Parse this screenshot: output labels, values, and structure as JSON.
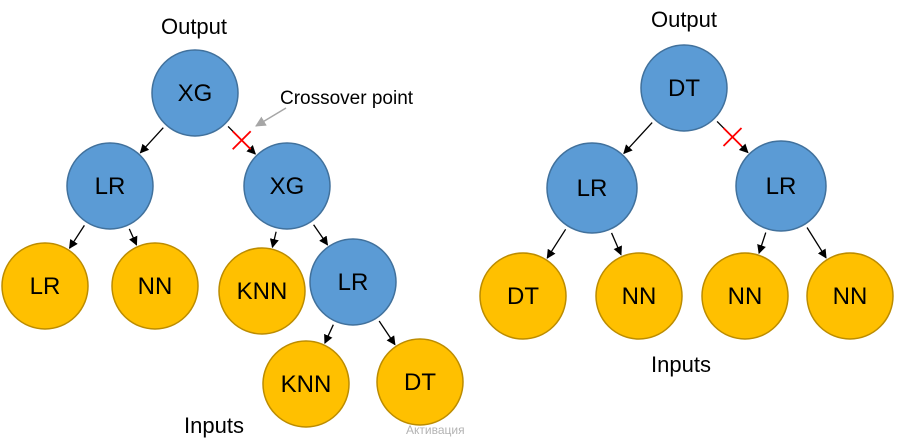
{
  "colors": {
    "model_node": "#5b9bd5",
    "model_stroke": "#41719c",
    "input_node": "#ffc000",
    "input_stroke": "#bc8c00",
    "edge": "#000000",
    "crossover_mark": "#ff0000",
    "annotation_arrow": "#a6a6a6"
  },
  "left_tree": {
    "output_label": "Output",
    "inputs_label": "Inputs",
    "crossover_label": "Crossover point",
    "nodes": [
      {
        "id": "L0",
        "label": "XG",
        "kind": "model"
      },
      {
        "id": "L1",
        "label": "LR",
        "kind": "model"
      },
      {
        "id": "L2",
        "label": "XG",
        "kind": "model"
      },
      {
        "id": "L3",
        "label": "LR",
        "kind": "input"
      },
      {
        "id": "L4",
        "label": "NN",
        "kind": "input"
      },
      {
        "id": "L5",
        "label": "KNN",
        "kind": "input"
      },
      {
        "id": "L6",
        "label": "LR",
        "kind": "model"
      },
      {
        "id": "L7",
        "label": "KNN",
        "kind": "input"
      },
      {
        "id": "L8",
        "label": "DT",
        "kind": "input"
      }
    ],
    "edges": [
      [
        "L0",
        "L1"
      ],
      [
        "L0",
        "L2"
      ],
      [
        "L1",
        "L3"
      ],
      [
        "L1",
        "L4"
      ],
      [
        "L2",
        "L5"
      ],
      [
        "L2",
        "L6"
      ],
      [
        "L6",
        "L7"
      ],
      [
        "L6",
        "L8"
      ]
    ],
    "crossover_edge": [
      "L0",
      "L2"
    ]
  },
  "right_tree": {
    "output_label": "Output",
    "inputs_label": "Inputs",
    "nodes": [
      {
        "id": "R0",
        "label": "DT",
        "kind": "model"
      },
      {
        "id": "R1",
        "label": "LR",
        "kind": "model"
      },
      {
        "id": "R2",
        "label": "LR",
        "kind": "model"
      },
      {
        "id": "R3",
        "label": "DT",
        "kind": "input"
      },
      {
        "id": "R4",
        "label": "NN",
        "kind": "input"
      },
      {
        "id": "R5",
        "label": "NN",
        "kind": "input"
      },
      {
        "id": "R6",
        "label": "NN",
        "kind": "input"
      }
    ],
    "edges": [
      [
        "R0",
        "R1"
      ],
      [
        "R0",
        "R2"
      ],
      [
        "R1",
        "R3"
      ],
      [
        "R1",
        "R4"
      ],
      [
        "R2",
        "R5"
      ],
      [
        "R2",
        "R6"
      ]
    ],
    "crossover_edge": [
      "R0",
      "R2"
    ]
  },
  "watermark": "Активация"
}
